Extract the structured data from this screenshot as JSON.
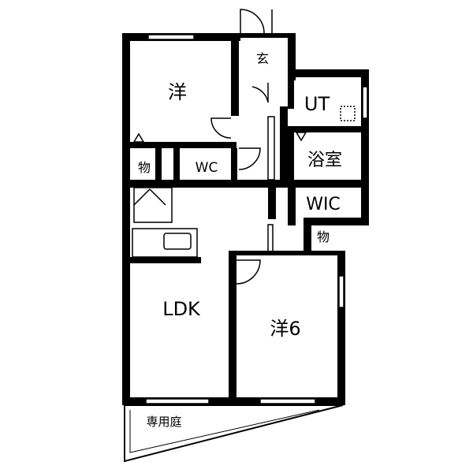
{
  "floor_plan": {
    "rooms": {
      "western_room_top": "洋",
      "entrance": "玄",
      "unit_bath": "UT",
      "closet_small": "物",
      "toilet": "WC",
      "bathroom": "浴室",
      "walk_in_closet": "WIC",
      "closet_right": "物",
      "ldk": "LDK",
      "western_room_6": "洋6",
      "private_garden": "専用庭"
    },
    "colors": {
      "wall": "#000000",
      "background": "#ffffff"
    }
  }
}
